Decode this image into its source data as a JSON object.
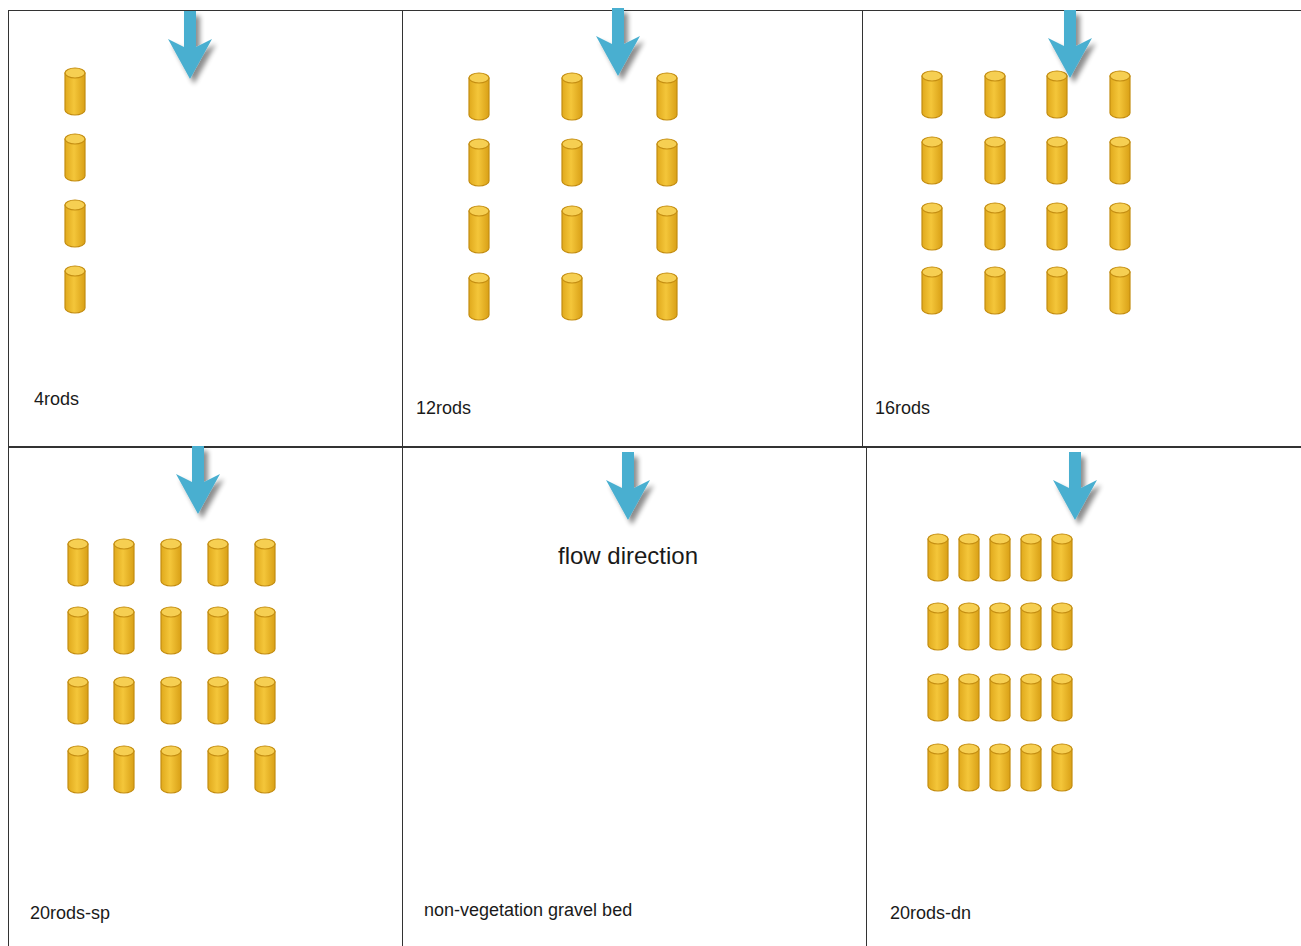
{
  "diagram": {
    "nodes": [
      {
        "text": [
          "4rods"
        ]
      },
      {
        "text": [
          "12rods"
        ]
      },
      {
        "text": [
          "16rods"
        ]
      },
      {
        "text": [
          "20rods-sp"
        ]
      },
      {
        "text": [
          "flow direction",
          "non-vegetation gravel bed"
        ]
      },
      {
        "text": [
          "20rods-dn"
        ]
      }
    ]
  }
}
